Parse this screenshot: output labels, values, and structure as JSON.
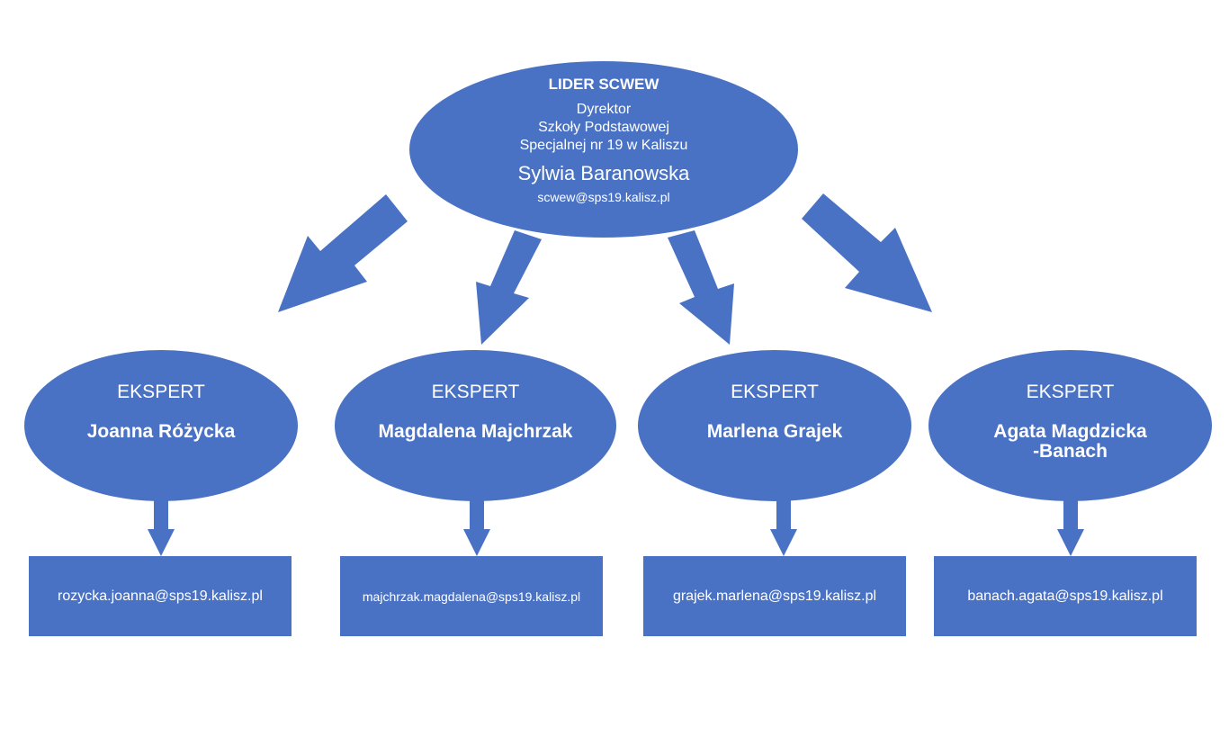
{
  "colors": {
    "shape_fill": "#4a72c4",
    "arrow_fill": "#4a72c4",
    "text": "#ffffff",
    "background": "#ffffff"
  },
  "leader": {
    "title": "LIDER SCWEW",
    "role_line1": "Dyrektor",
    "role_line2": "Szkoły Podstawowej",
    "role_line3": "Specjalnej nr 19 w Kaliszu",
    "name": "Sylwia Baranowska",
    "email": "scwew@sps19.kalisz.pl"
  },
  "experts": [
    {
      "label": "EKSPERT",
      "name_line1": "Joanna Różycka",
      "name_line2": "",
      "email": "rozycka.joanna@sps19.kalisz.pl"
    },
    {
      "label": "EKSPERT",
      "name_line1": "Magdalena Majchrzak",
      "name_line2": "",
      "email": "majchrzak.magdalena@sps19.kalisz.pl"
    },
    {
      "label": "EKSPERT",
      "name_line1": "Marlena Grajek",
      "name_line2": "",
      "email": "grajek.marlena@sps19.kalisz.pl"
    },
    {
      "label": "EKSPERT",
      "name_line1": "Agata Magdzicka",
      "name_line2": "-Banach",
      "email": "banach.agata@sps19.kalisz.pl"
    }
  ]
}
